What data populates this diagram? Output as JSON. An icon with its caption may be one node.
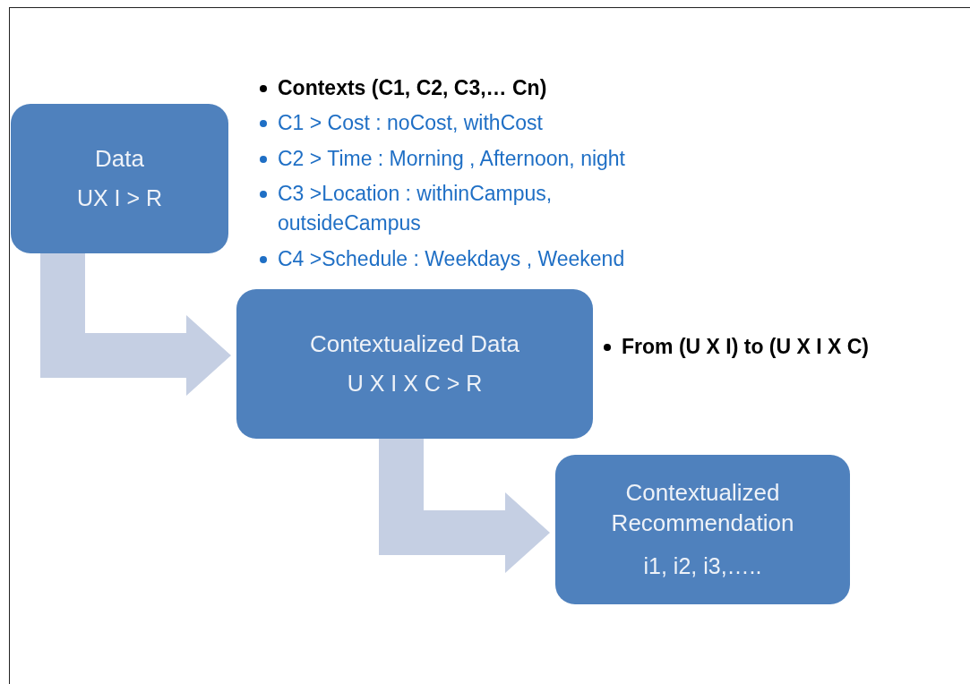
{
  "diagram": {
    "nodes": [
      {
        "text": [
          "Data",
          "UX I > R"
        ]
      },
      {
        "text": [
          "Contextualized Data",
          "U X I X C > R"
        ]
      },
      {
        "text": [
          "Contextualized Recommendation",
          "i1, i2, i3,….."
        ]
      }
    ],
    "edges": [
      {
        "from": 0,
        "to": 1,
        "arrow": "to"
      },
      {
        "from": 1,
        "to": 2,
        "arrow": "to"
      }
    ],
    "labels": [
      "Contexts (C1, C2, C3,… Cn)",
      "C1 > Cost : noCost, withCost",
      "C2 > Time : Morning , Afternoon, night",
      "C3 >Location : withinCampus, outsideCampus",
      "C4 >Schedule : Weekdays , Weekend",
      "From (U X I) to  (U X I X C)"
    ]
  }
}
